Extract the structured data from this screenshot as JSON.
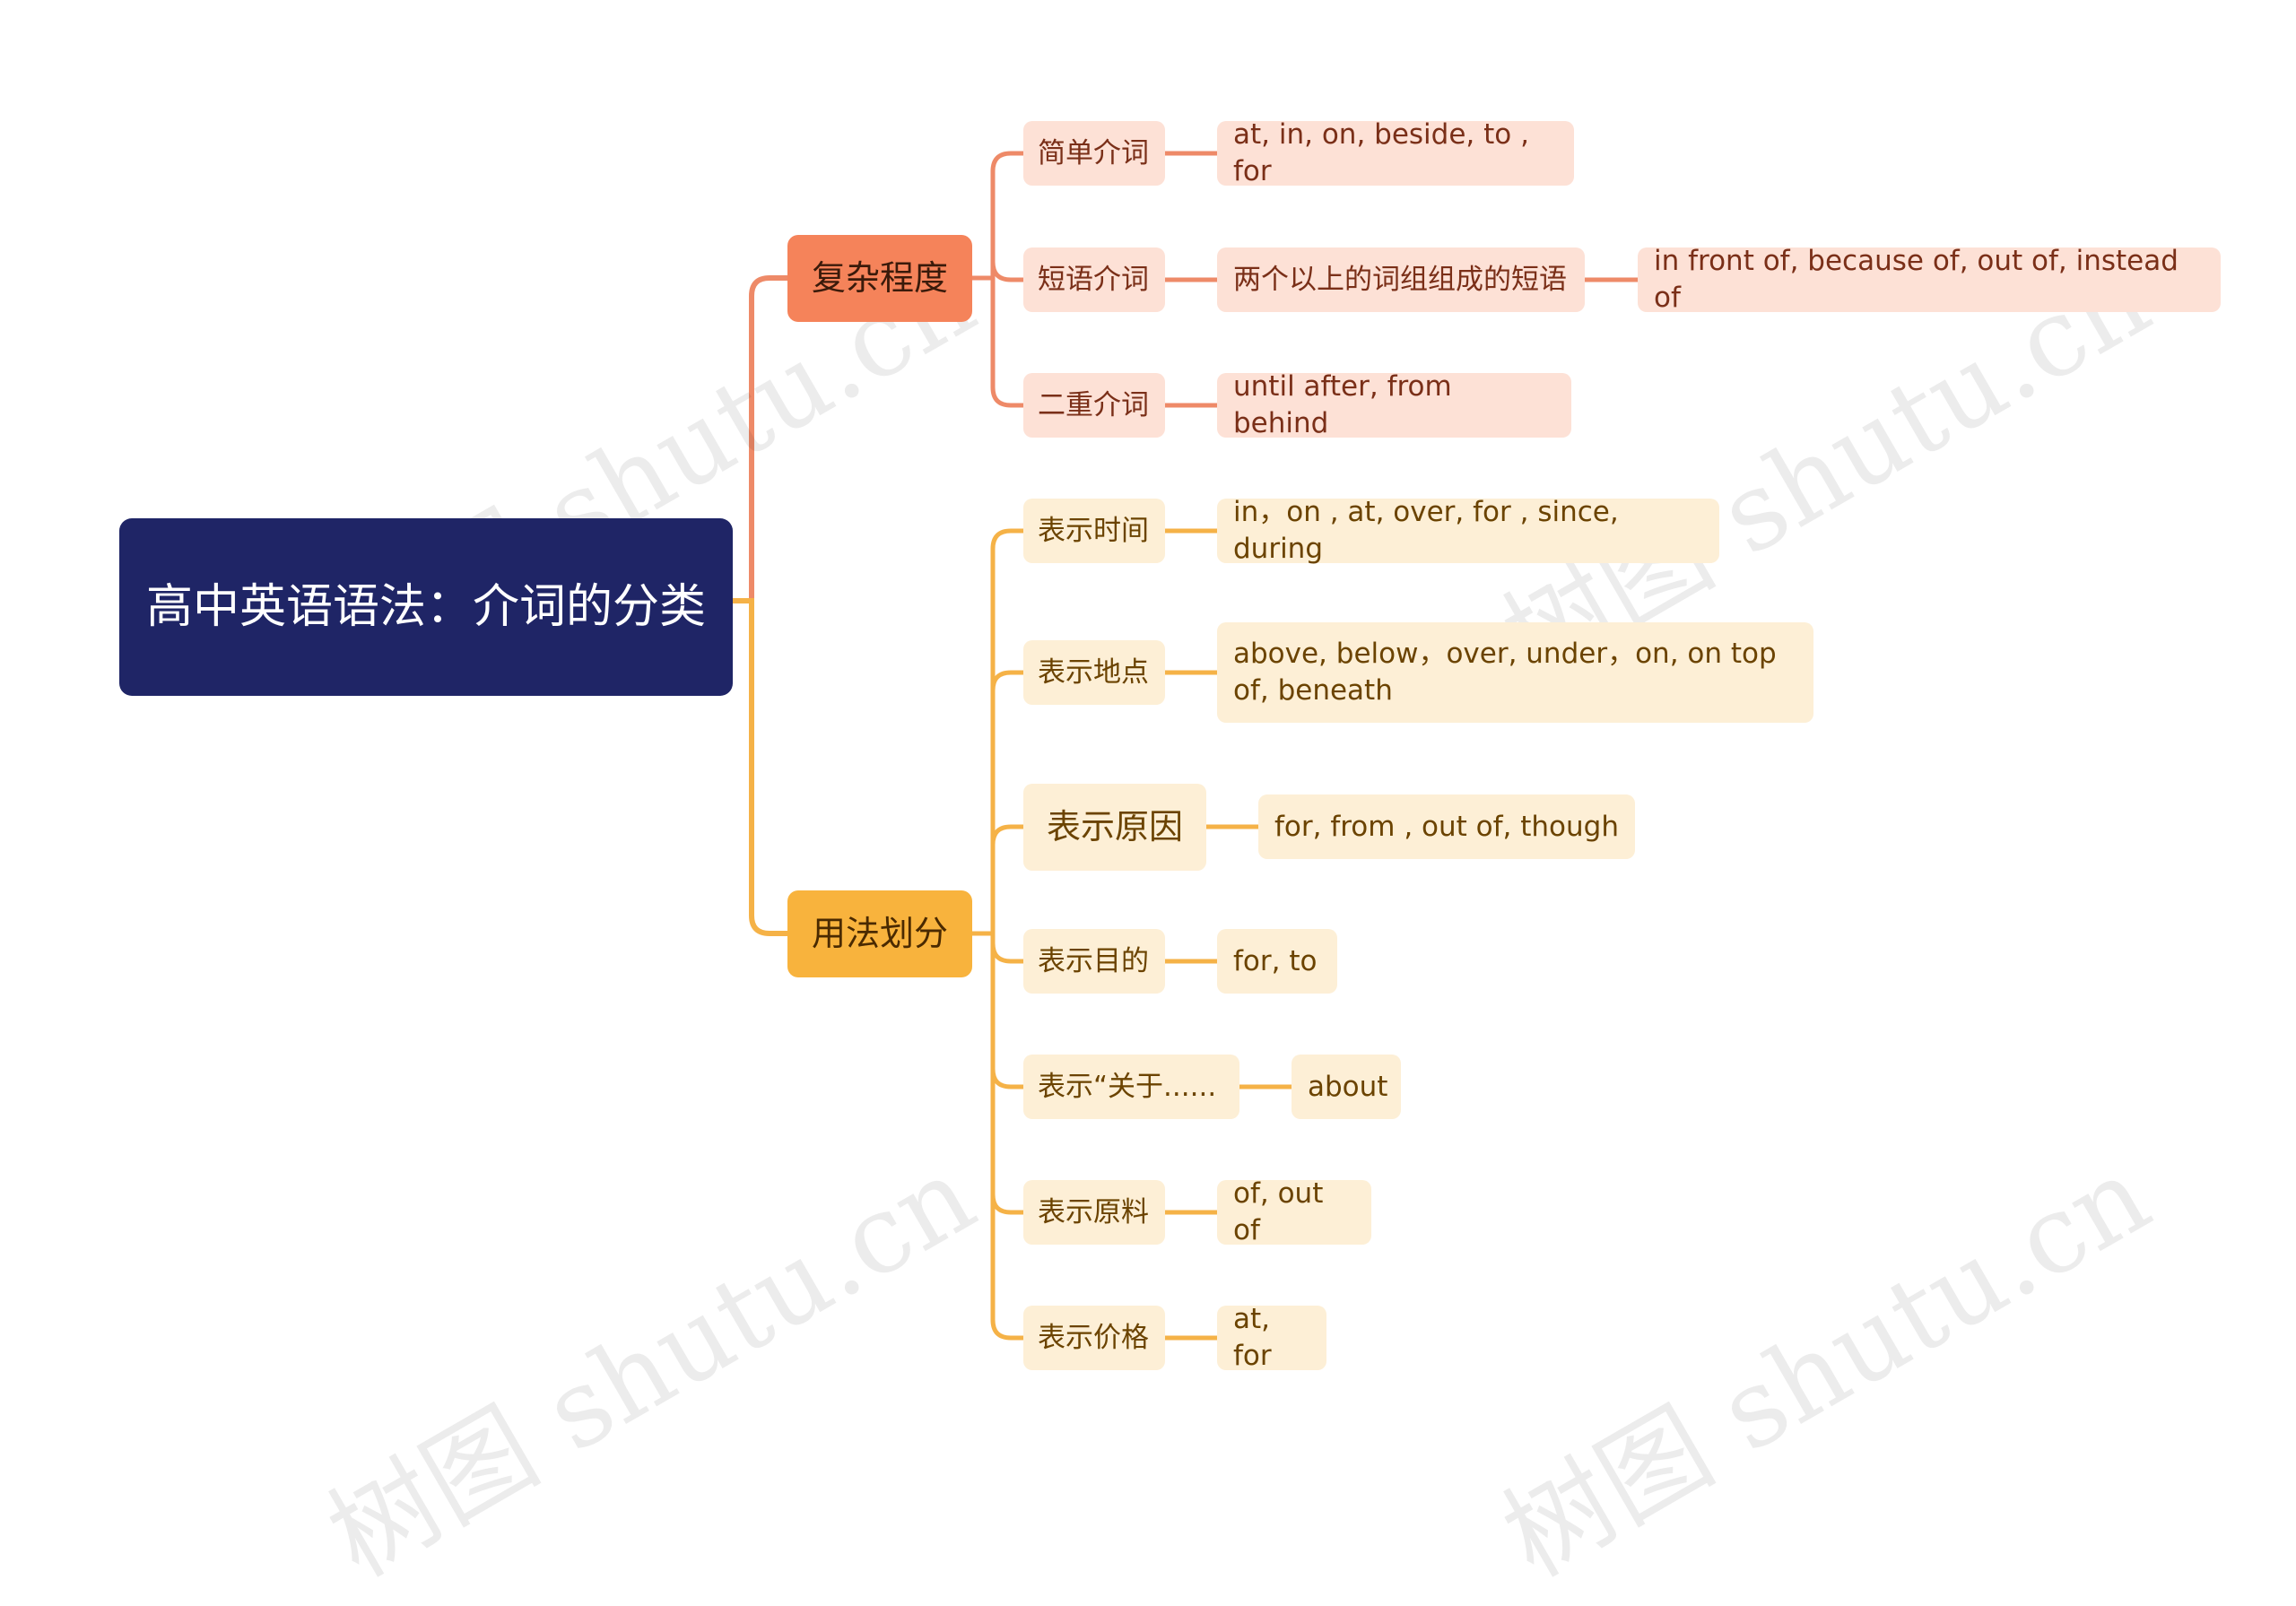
{
  "root": {
    "title": "高中英语语法：介词的分类"
  },
  "branches": [
    {
      "label": "复杂程度",
      "color": "#f5835a",
      "children": [
        {
          "label": "简单介词",
          "items": [
            "at, in, on, beside, to , for"
          ]
        },
        {
          "label": "短语介词",
          "items": [
            "两个以上的词组组成的短语",
            "in front of, because of, out of, instead of"
          ]
        },
        {
          "label": "二重介词",
          "items": [
            "until after, from behind"
          ]
        }
      ]
    },
    {
      "label": "用法划分",
      "color": "#f8b33d",
      "children": [
        {
          "label": "表示时间",
          "items": [
            "in，on , at, over, for , since, during"
          ]
        },
        {
          "label": "表示地点",
          "items": [
            "above, below，over, under，on, on top of, beneath"
          ]
        },
        {
          "label": "表示原因",
          "items": [
            "for, from , out of, though"
          ]
        },
        {
          "label": "表示目的",
          "items": [
            "for, to"
          ]
        },
        {
          "label": "表示“关于......",
          "items": [
            "about"
          ]
        },
        {
          "label": "表示原料",
          "items": [
            "of, out of"
          ]
        },
        {
          "label": "表示价格",
          "items": [
            "at, for"
          ]
        }
      ]
    }
  ],
  "watermark": "树图 shutu.cn",
  "colors": {
    "root_bg": "#1f2566",
    "link_complex": "#ee8a68",
    "link_usage": "#f5b247"
  }
}
